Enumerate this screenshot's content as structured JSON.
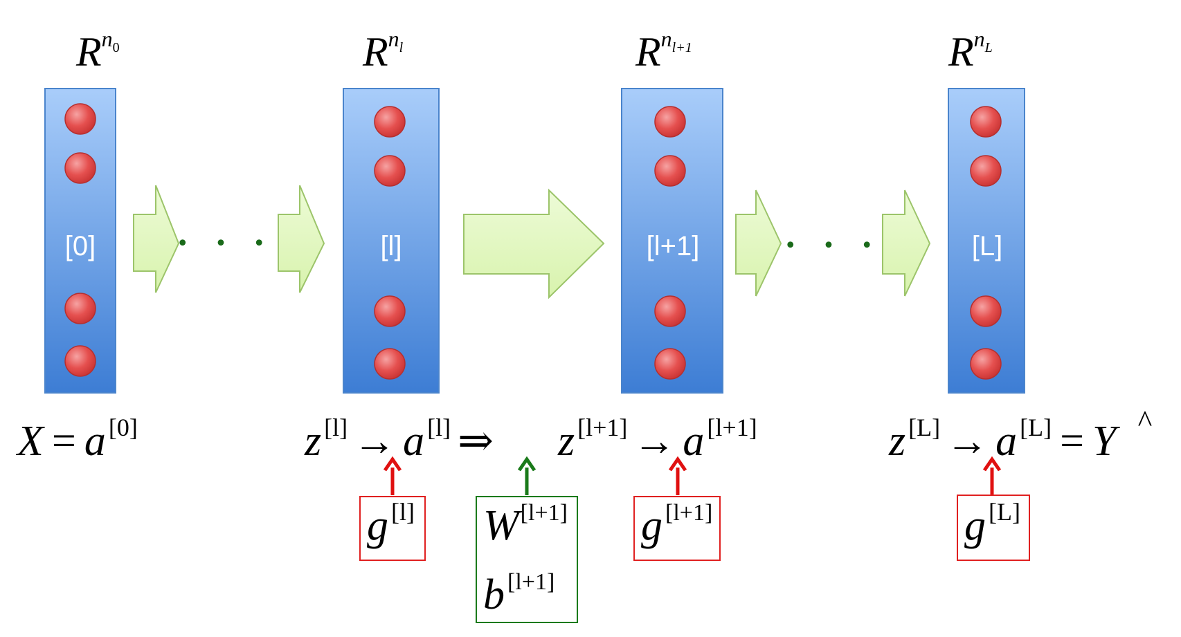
{
  "layers": [
    {
      "space": {
        "base": "R",
        "sup": "n",
        "sub": "0"
      },
      "label": "[0]"
    },
    {
      "space": {
        "base": "R",
        "sup": "n",
        "sub": "l"
      },
      "label": "[l]"
    },
    {
      "space": {
        "base": "R",
        "sup": "n",
        "sub": "l+1"
      },
      "label": "[l+1]"
    },
    {
      "space": {
        "base": "R",
        "sup": "n",
        "sub": "L"
      },
      "label": "[L]"
    }
  ],
  "ellipsis": "• • •",
  "equations": {
    "input": {
      "X": "X",
      "eq": "=",
      "a": "a",
      "a_sup": "[0]"
    },
    "layer_l": {
      "z": "z",
      "z_sup": "[l]",
      "arrow": "→",
      "a": "a",
      "a_sup": "[l]",
      "double_arrow": "⇒"
    },
    "layer_l1": {
      "z": "z",
      "z_sup": "[l+1]",
      "arrow": "→",
      "a": "a",
      "a_sup": "[l+1]"
    },
    "output": {
      "z": "z",
      "z_sup": "[L]",
      "arrow": "→",
      "a": "a",
      "a_sup": "[L]",
      "eq": "=",
      "Y": "Y",
      "hat": "^"
    }
  },
  "boxes": {
    "g_l": {
      "g": "g",
      "sup": "[l]"
    },
    "params": {
      "W": "W",
      "W_sup": "[l+1]",
      "b": "b",
      "b_sup": "[l+1]"
    },
    "g_l1": {
      "g": "g",
      "sup": "[l+1]"
    },
    "g_L": {
      "g": "g",
      "sup": "[L]"
    }
  },
  "colors": {
    "layer_top": "#9ec5f7",
    "layer_bottom": "#3f7fd6",
    "neuron": "#e24c4c",
    "arrow_fill": "#e4f8c6",
    "arrow_stroke": "#9cc46a",
    "activation_box": "#e02020",
    "param_box": "#1a7a1a",
    "dots": "#1a6a1a"
  }
}
